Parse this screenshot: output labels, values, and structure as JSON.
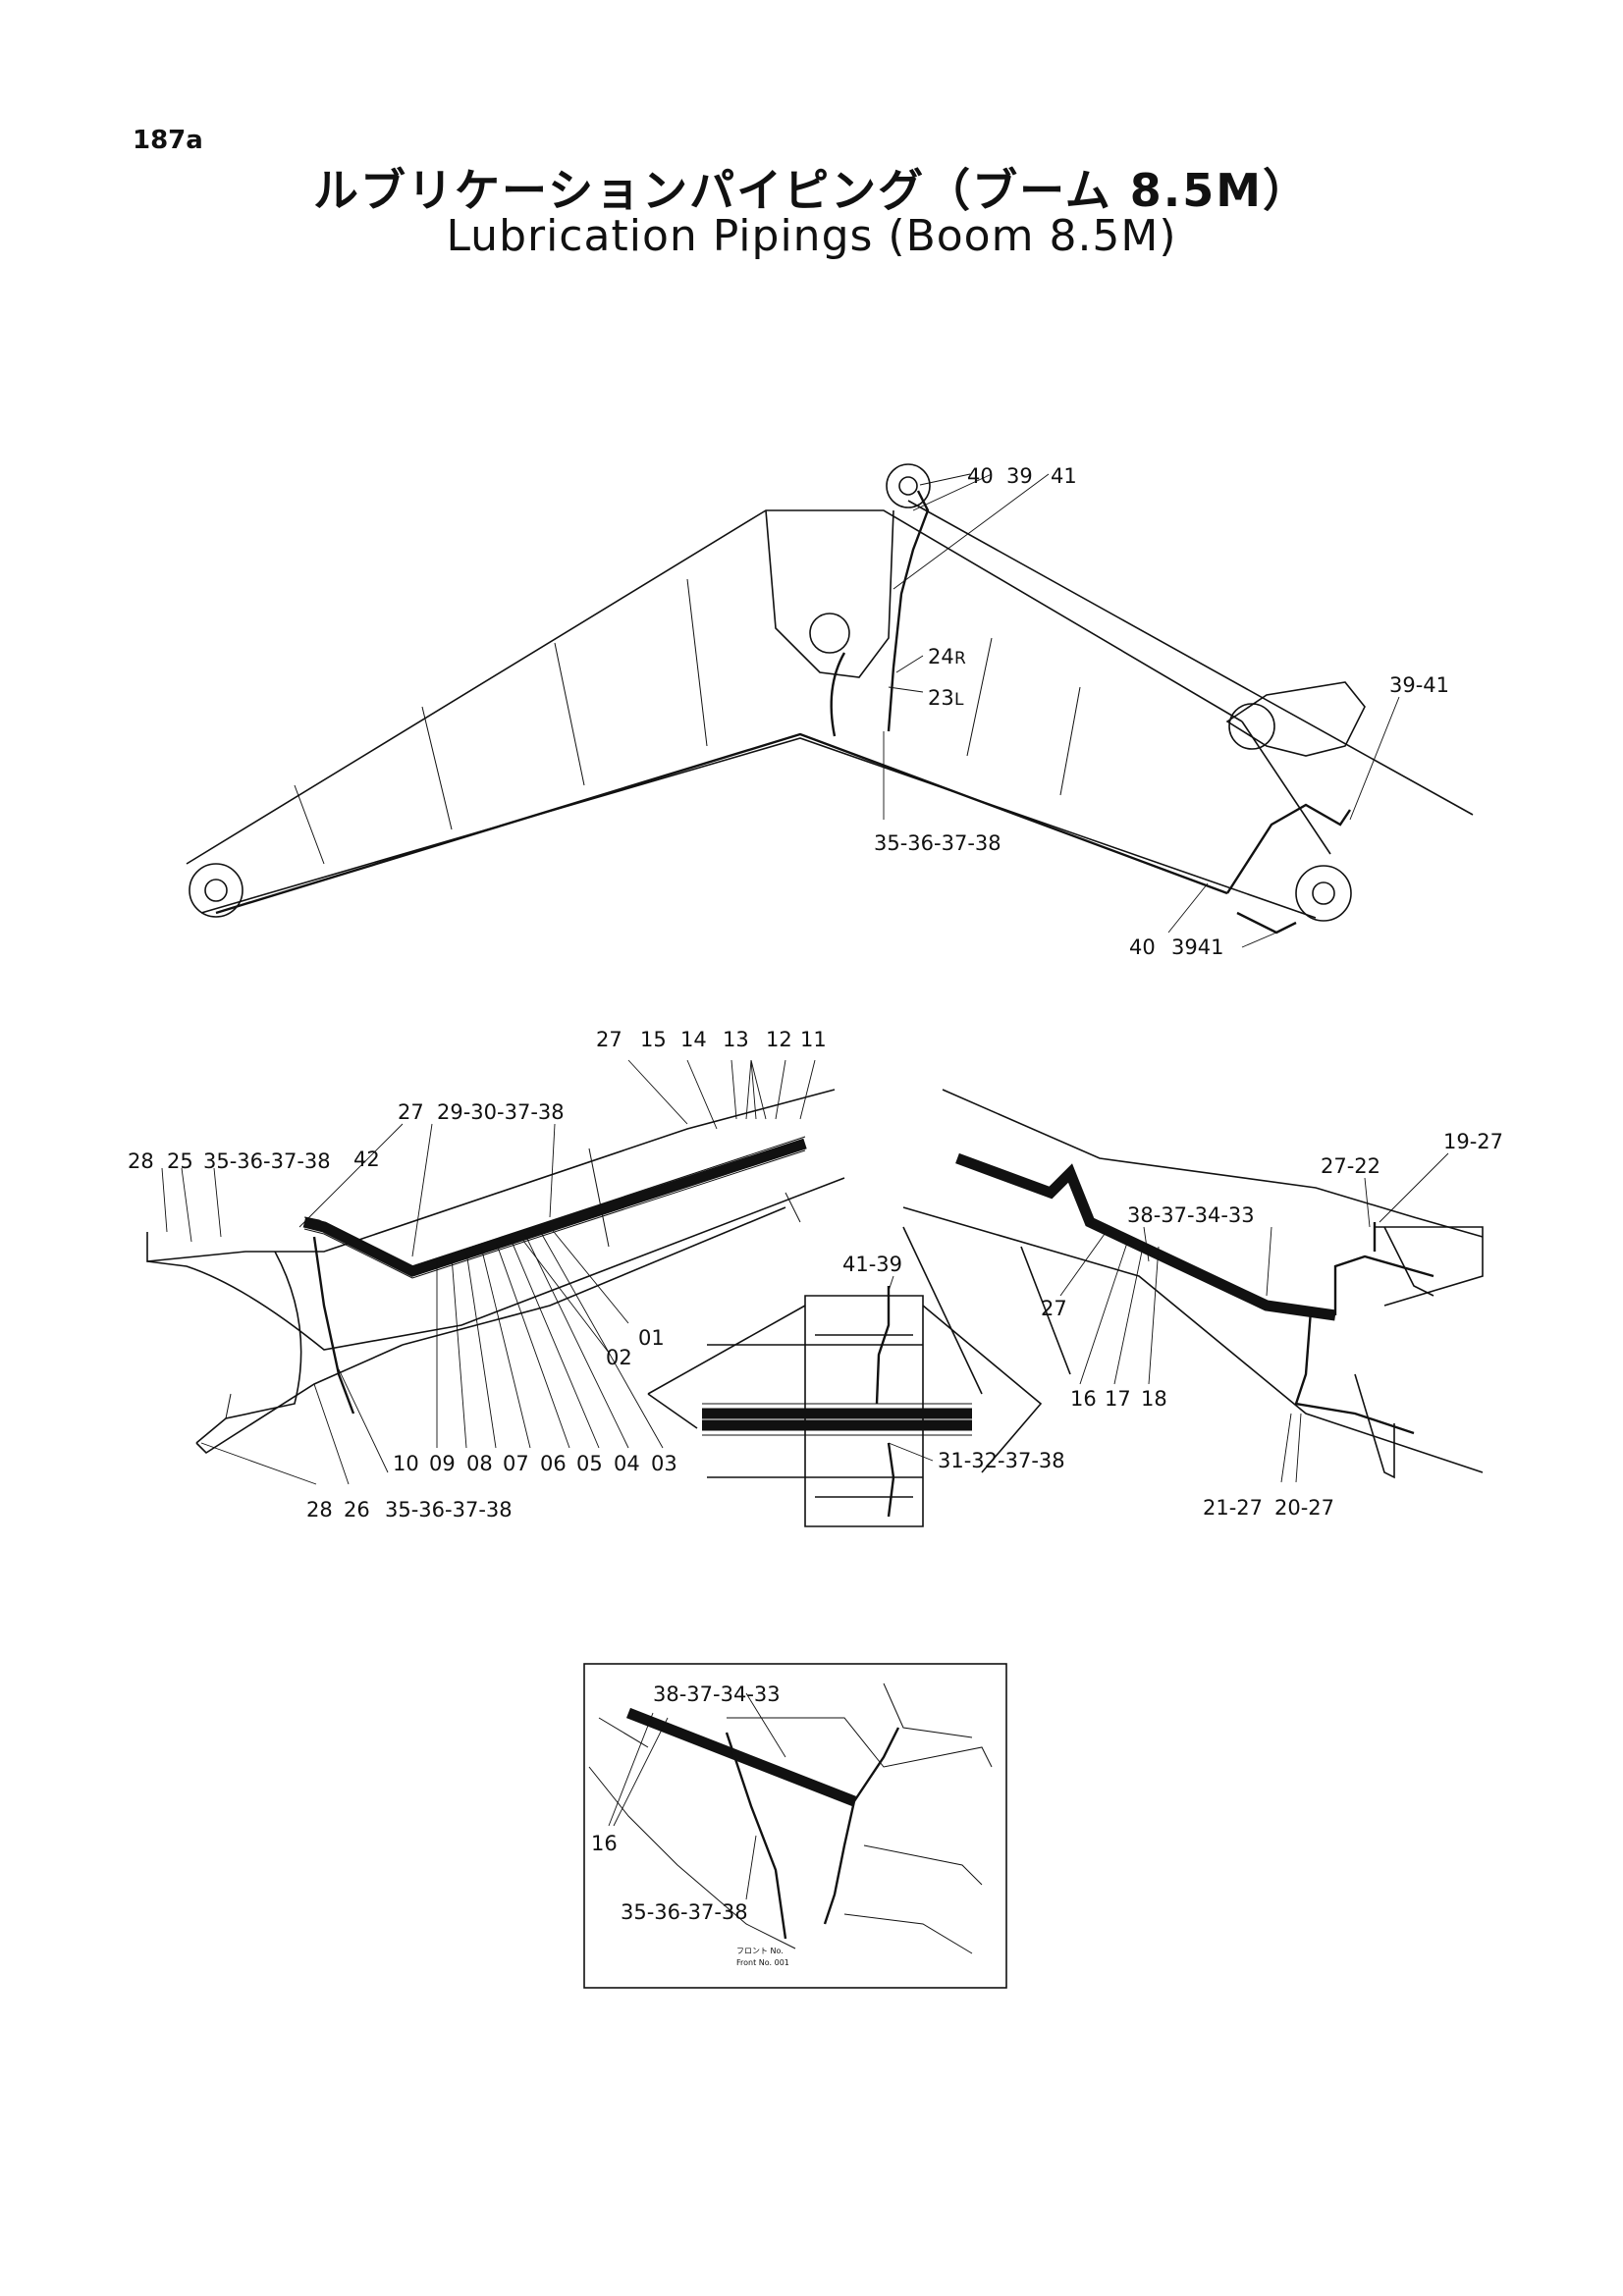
{
  "page_number": "187a",
  "title_jp": "ルブリケーションパイピング（ブーム 8.5M）",
  "title_en": "Lubrication Pipings (Boom 8.5M)",
  "view_top": {
    "labels": [
      "40",
      "39",
      "41",
      "24",
      "R",
      "23",
      "L",
      "35-36-37-38",
      "39-41",
      "40",
      "3941"
    ]
  },
  "view_left": {
    "labels": [
      "27",
      "15",
      "14",
      "13",
      "12",
      "11",
      "27",
      "29-30-37-38",
      "28",
      "25",
      "35-36-37-38",
      "42",
      "01",
      "02",
      "10",
      "09",
      "08",
      "07",
      "06",
      "05",
      "04",
      "03",
      "28",
      "26",
      "35-36-37-38"
    ]
  },
  "view_center": {
    "labels": [
      "41-39",
      "31-32-37-38"
    ]
  },
  "view_right": {
    "labels": [
      "19-27",
      "27-22",
      "38-37-34-33",
      "27",
      "16",
      "17",
      "18",
      "21-27",
      "20-27"
    ]
  },
  "inset": {
    "labels": [
      "38-37-34-33",
      "16",
      "35-36-37-38"
    ],
    "caption_jp": "フロント No.",
    "caption_en": "Front No. 001"
  }
}
